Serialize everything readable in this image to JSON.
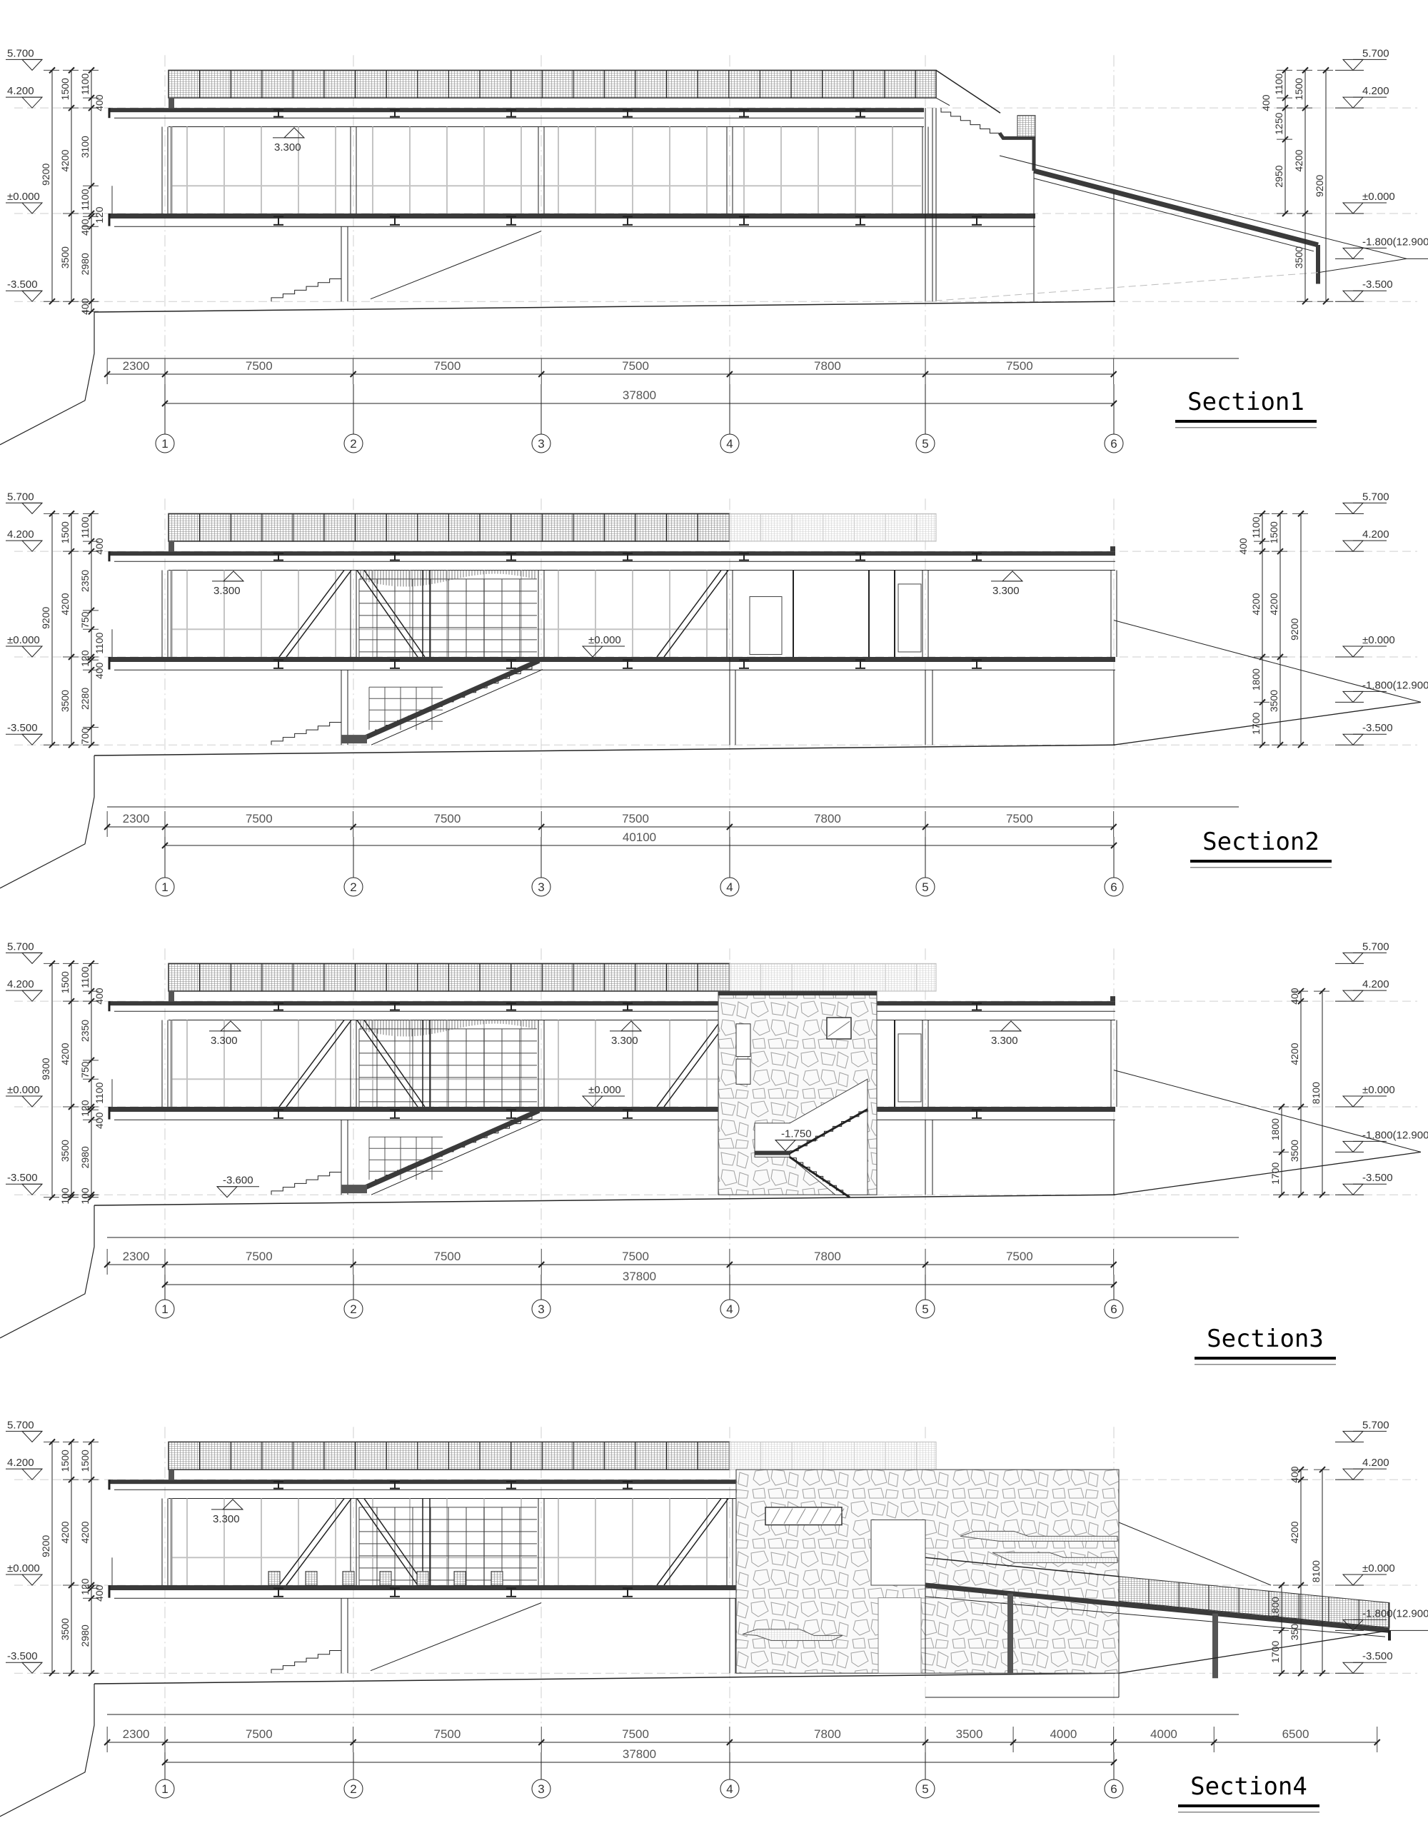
{
  "drawing": {
    "colors": {
      "line": "#222222",
      "section_fill": "#3a3a3a",
      "hatch": "#9a9a9a",
      "light_line": "#c4c4c4",
      "background": "#ffffff"
    },
    "icons": {
      "grid_axis_bubble": "circled-number",
      "level_marker": "triangle-elevation-marker"
    }
  },
  "grid_axes": [
    "1",
    "2",
    "3",
    "4",
    "5",
    "6"
  ],
  "sections": [
    {
      "title": "Section1",
      "elevations_left": [
        "5.700",
        "4.200",
        "±0.000",
        "-3.500"
      ],
      "elevations_right": [
        "5.700",
        "4.200",
        "±0.000",
        "-1.800(12.900)",
        "-3.500"
      ],
      "dims_left": [
        {
          "start_elevation": 5.7,
          "segments": [
            9200
          ]
        },
        {
          "start_elevation": 5.7,
          "segments": [
            1500,
            4200,
            3500
          ]
        },
        {
          "start_elevation": 5.7,
          "segments": [
            1100,
            400,
            3100,
            1100,
            120,
            400,
            2980,
            400
          ]
        }
      ],
      "dims_right": [
        {
          "start_elevation": 5.7,
          "segments": [
            1100,
            400,
            1250,
            2950
          ]
        },
        {
          "start_elevation": 5.7,
          "segments": [
            1500,
            4200,
            3500
          ]
        },
        {
          "start_elevation": 5.7,
          "segments": [
            9200
          ]
        }
      ],
      "bottom_dims": [
        2300,
        7500,
        7500,
        7500,
        7800,
        7500
      ],
      "total_dim": "37800",
      "interior_labels": [
        "3.300"
      ]
    },
    {
      "title": "Section2",
      "elevations_left": [
        "5.700",
        "4.200",
        "±0.000",
        "-3.500"
      ],
      "elevations_right": [
        "5.700",
        "4.200",
        "±0.000",
        "-1.800(12.900)",
        "-3.500"
      ],
      "dims_left": [
        {
          "start_elevation": 5.7,
          "segments": [
            9200
          ]
        },
        {
          "start_elevation": 5.7,
          "segments": [
            1500,
            4200,
            3500
          ]
        },
        {
          "start_elevation": 5.7,
          "segments": [
            1100,
            400,
            2350,
            750,
            1100,
            120,
            400,
            2280,
            700
          ]
        }
      ],
      "dims_right": [
        {
          "start_elevation": 5.7,
          "segments": [
            1100,
            400,
            4200,
            1800,
            1700
          ]
        },
        {
          "start_elevation": 5.7,
          "segments": [
            1500,
            4200,
            3500
          ]
        },
        {
          "start_elevation": 5.7,
          "segments": [
            9200
          ]
        }
      ],
      "bottom_dims": [
        2300,
        7500,
        7500,
        7500,
        7800,
        7500
      ],
      "total_dim": "40100",
      "interior_labels": [
        "3.300",
        "3.300",
        "±0.000"
      ]
    },
    {
      "title": "Section3",
      "elevations_left": [
        "5.700",
        "4.200",
        "±0.000",
        "-3.500"
      ],
      "elevations_right": [
        "5.700",
        "4.200",
        "±0.000",
        "-1.800(12.900)",
        "-3.500"
      ],
      "dims_left": [
        {
          "start_elevation": 5.7,
          "segments": [
            9300
          ]
        },
        {
          "start_elevation": 5.7,
          "segments": [
            1500,
            4200,
            3500,
            100
          ]
        },
        {
          "start_elevation": 5.7,
          "segments": [
            1100,
            400,
            2350,
            750,
            1100,
            120,
            400,
            2980,
            100
          ]
        }
      ],
      "dims_right": [
        {
          "start_elevation": 0,
          "segments": [
            1800,
            1700
          ]
        },
        {
          "start_elevation": 4.6,
          "segments": [
            400,
            4200,
            3500
          ]
        },
        {
          "start_elevation": 4.6,
          "segments": [
            8100
          ]
        }
      ],
      "bottom_dims": [
        2300,
        7500,
        7500,
        7500,
        7800,
        7500
      ],
      "total_dim": "37800",
      "interior_labels": [
        "3.300",
        "3.300",
        "3.300",
        "±0.000",
        "-1.750",
        "-3.600"
      ]
    },
    {
      "title": "Section4",
      "elevations_left": [
        "5.700",
        "4.200",
        "±0.000",
        "-3.500"
      ],
      "elevations_right": [
        "5.700",
        "4.200",
        "±0.000",
        "-1.800(12.900)",
        "-3.500"
      ],
      "dims_left": [
        {
          "start_elevation": 5.7,
          "segments": [
            9200
          ]
        },
        {
          "start_elevation": 5.7,
          "segments": [
            1500,
            4200,
            3500
          ]
        },
        {
          "start_elevation": 5.7,
          "segments": [
            1500,
            4200,
            120,
            400,
            2980
          ]
        }
      ],
      "dims_right": [
        {
          "start_elevation": 0,
          "segments": [
            1800,
            1700
          ]
        },
        {
          "start_elevation": 4.6,
          "segments": [
            400,
            4200,
            3500
          ]
        },
        {
          "start_elevation": 4.6,
          "segments": [
            8100
          ]
        }
      ],
      "bottom_dims": [
        2300,
        7500,
        7500,
        7500,
        7800,
        3500,
        4000,
        4000,
        6500
      ],
      "total_dim": "37800",
      "interior_labels": [
        "3.300"
      ]
    }
  ]
}
